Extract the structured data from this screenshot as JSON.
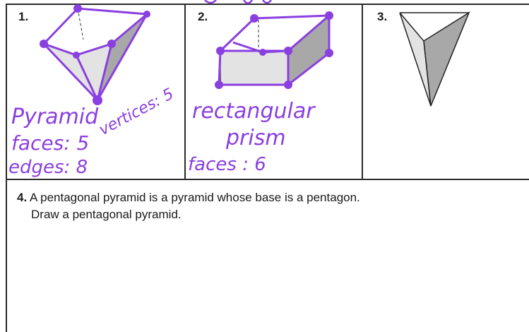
{
  "worksheet": {
    "items": [
      {
        "number": "1."
      },
      {
        "number": "2."
      },
      {
        "number": "3."
      }
    ],
    "question4": {
      "number": "4.",
      "line1": "A pentagonal pyramid is a pyramid whose base is a pentagon.",
      "line2": "Draw a pentagonal pyramid."
    }
  },
  "annotations": {
    "item1_name": "Pyramid",
    "item1_faces": "faces: 5",
    "item1_edges": "edges: 8",
    "item1_vertices": "vertices: 5",
    "item2_name_line1": "rectangular",
    "item2_name_line2": "prism",
    "item2_faces": "faces : 6"
  },
  "colors": {
    "ink": "#8a3fe0",
    "border": "#2a2a2a",
    "shade_light": "#e3e3e3",
    "shade_dark": "#a8a8a8"
  }
}
